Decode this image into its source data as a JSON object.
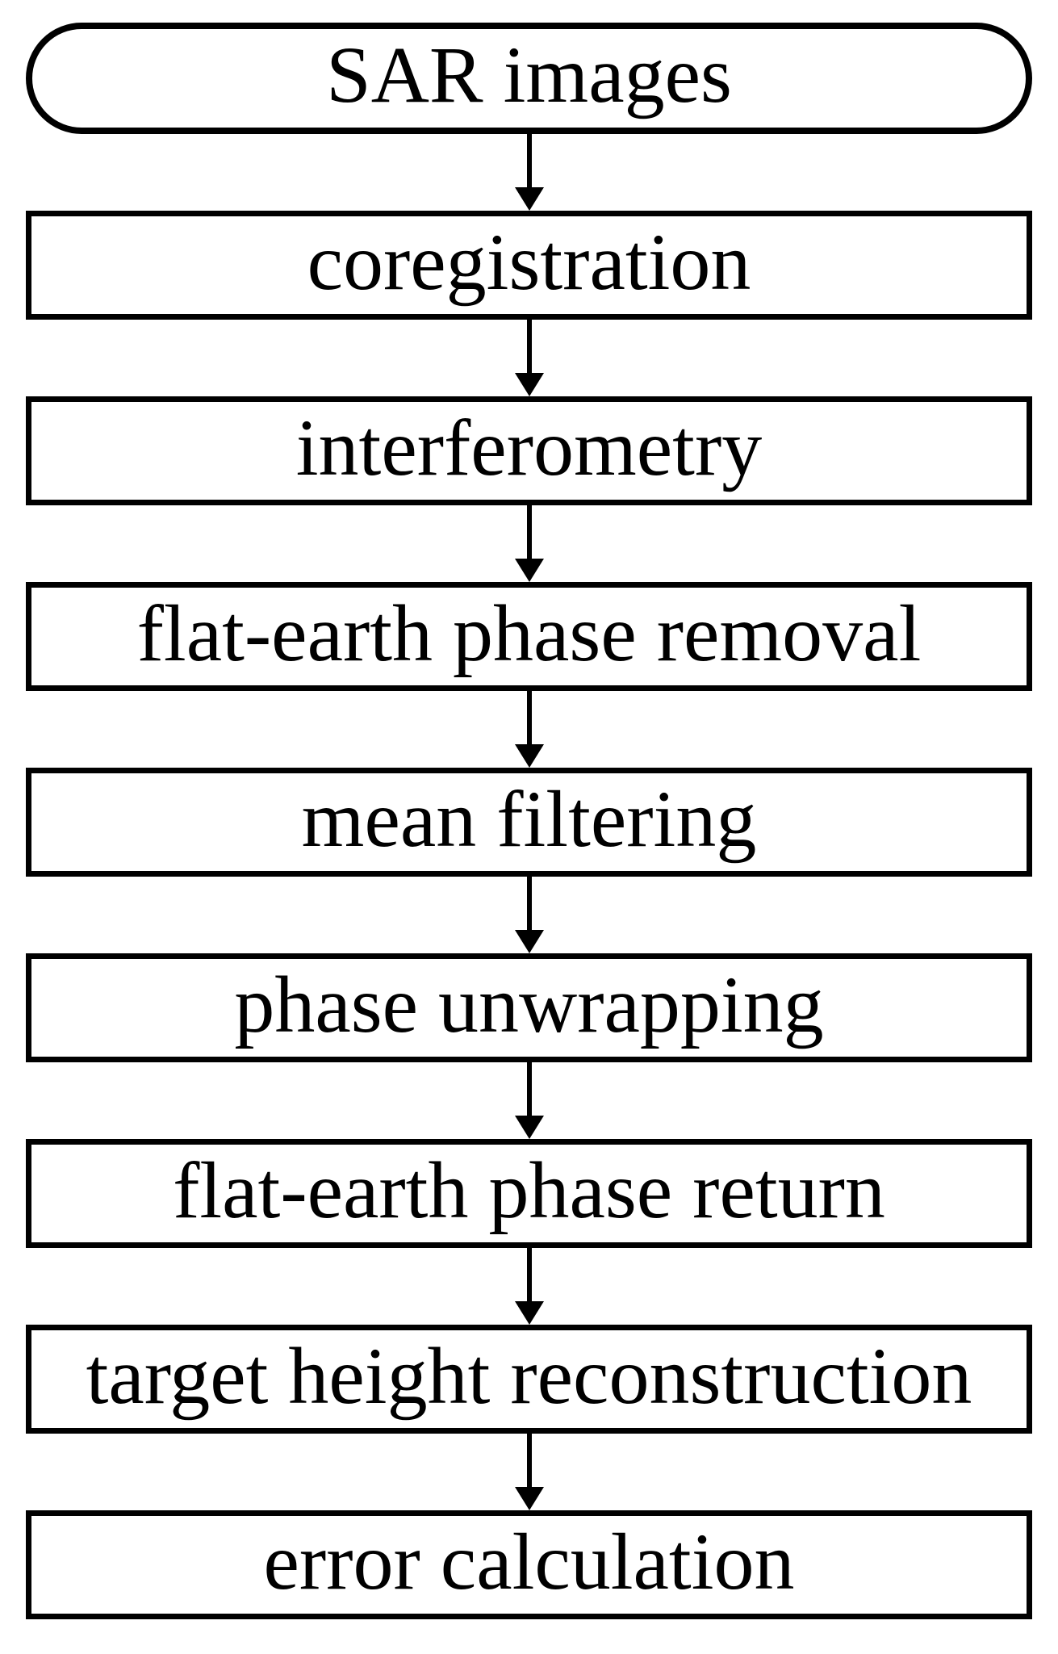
{
  "flowchart": {
    "colors": {
      "stroke": "#000000",
      "fill": "#ffffff",
      "background": "#ffffff",
      "text": "#000000"
    },
    "direction": "top-to-bottom",
    "nodes": [
      {
        "label": "SAR images",
        "shape": "stadium"
      },
      {
        "label": "coregistration",
        "shape": "rect"
      },
      {
        "label": "interferometry",
        "shape": "rect"
      },
      {
        "label": "flat-earth phase removal",
        "shape": "rect"
      },
      {
        "label": "mean filtering",
        "shape": "rect"
      },
      {
        "label": "phase unwrapping",
        "shape": "rect"
      },
      {
        "label": "flat-earth phase return",
        "shape": "rect"
      },
      {
        "label": "target height reconstruction",
        "shape": "rect"
      },
      {
        "label": "error calculation",
        "shape": "rect"
      }
    ]
  }
}
